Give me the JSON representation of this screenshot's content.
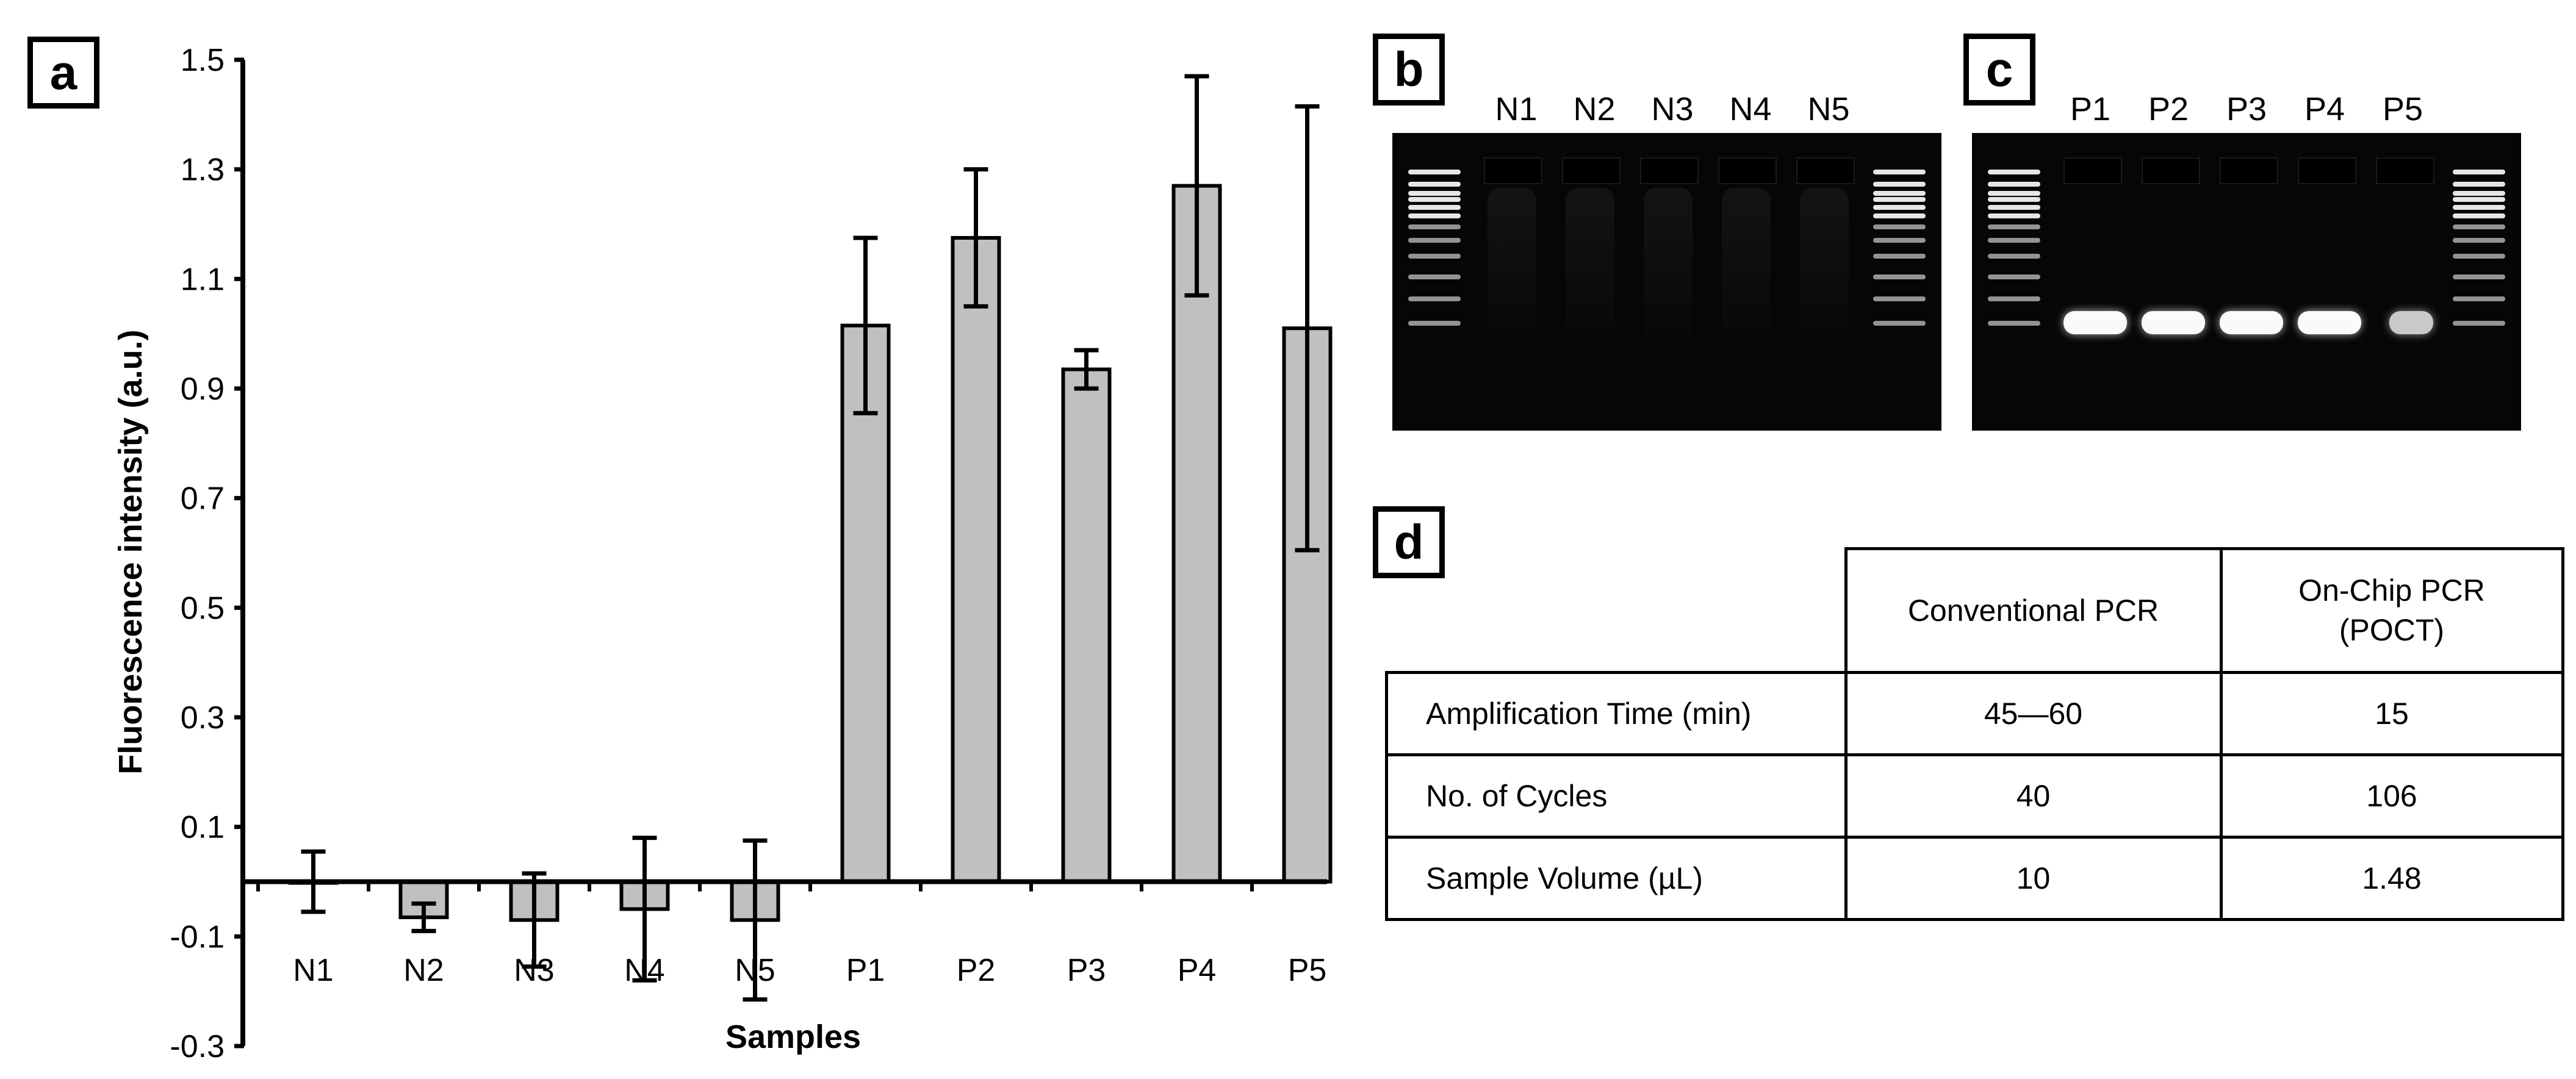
{
  "panels": {
    "a": "a",
    "b": "b",
    "c": "c",
    "d": "d"
  },
  "chart_data": {
    "type": "bar",
    "xlabel": "Samples",
    "ylabel": "Fluorescence intensity (a.u.)",
    "ylim": [
      -0.3,
      1.5
    ],
    "yticks": [
      -0.3,
      -0.1,
      0.1,
      0.3,
      0.5,
      0.7,
      0.9,
      1.1,
      1.3,
      1.5
    ],
    "ytick_labels": [
      "-0.3",
      "-0.1",
      "0.1",
      "0.3",
      "0.5",
      "0.7",
      "0.9",
      "1.1",
      "1.3",
      "1.5"
    ],
    "categories": [
      "N1",
      "N2",
      "N3",
      "N4",
      "N5",
      "P1",
      "P2",
      "P3",
      "P4",
      "P5"
    ],
    "values": [
      0.0,
      -0.065,
      -0.07,
      -0.05,
      -0.07,
      1.015,
      1.175,
      0.935,
      1.27,
      1.01
    ],
    "error": [
      0.055,
      0.025,
      0.085,
      0.13,
      0.145,
      0.16,
      0.125,
      0.035,
      0.2,
      0.405
    ],
    "bar_color": "#c0c0c0",
    "grid": false
  },
  "gel_b": {
    "lanes": [
      "N1",
      "N2",
      "N3",
      "N4",
      "N5"
    ]
  },
  "gel_c": {
    "lanes": [
      "P1",
      "P2",
      "P3",
      "P4",
      "P5"
    ]
  },
  "table": {
    "headers": [
      "Conventional PCR",
      "On-Chip PCR\n(POCT)"
    ],
    "rows": [
      {
        "label": "Amplification Time (min)",
        "conventional": "45—60",
        "on_chip": "15"
      },
      {
        "label": "No. of Cycles",
        "conventional": "40",
        "on_chip": "106"
      },
      {
        "label": "Sample Volume (µL)",
        "conventional": "10",
        "on_chip": "1.48"
      }
    ]
  }
}
